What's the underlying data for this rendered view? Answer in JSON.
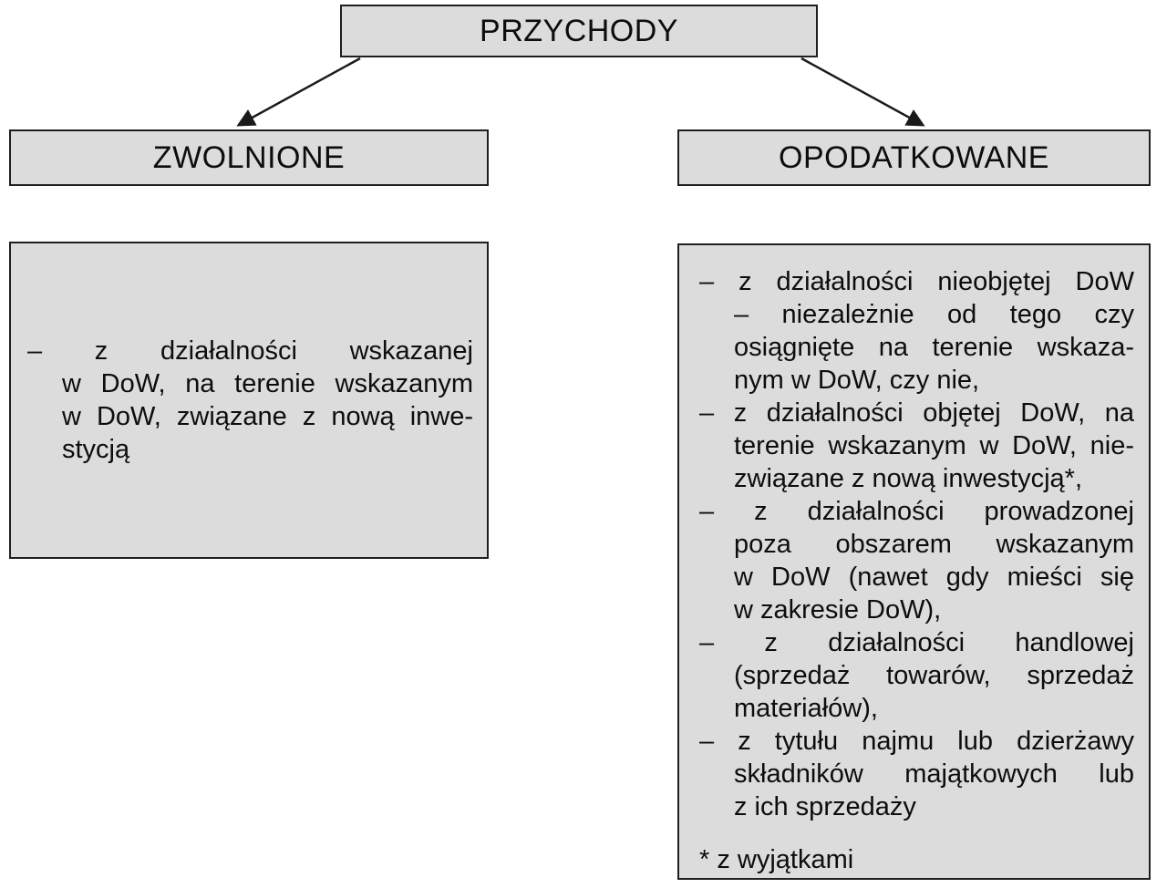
{
  "root": {
    "label": "PRZYCHODY"
  },
  "left": {
    "header": "ZWOLNIONE",
    "bullets": [
      {
        "lines": [
          "– z działalności wskazanej",
          "w DoW, na terenie wskazanym",
          "w DoW, związane z nową inwe-",
          "stycją"
        ]
      }
    ]
  },
  "right": {
    "header": "OPODATKOWANE",
    "bullets": [
      {
        "lines": [
          "– z działalności nieobjętej DoW",
          "– niezależnie od tego czy",
          "osiągnięte na terenie wskaza-",
          "nym w DoW, czy nie,"
        ]
      },
      {
        "lines": [
          "– z działalności objętej DoW, na",
          "terenie wskazanym w DoW, nie-",
          "związane z nową inwestycją*,"
        ]
      },
      {
        "lines": [
          "– z działalności prowadzonej",
          "poza obszarem wskazanym",
          "w DoW (nawet gdy mieści się",
          "w zakresie DoW),"
        ]
      },
      {
        "lines": [
          "– z działalności handlowej",
          "(sprzedaż towarów, sprzedaż",
          "materiałów),"
        ]
      },
      {
        "lines": [
          "– z tytułu najmu lub dzierżawy",
          "składników majątkowych lub",
          "z ich sprzedaży"
        ]
      }
    ],
    "footnote": "* z wyjątkami"
  },
  "colors": {
    "box_fill": "#dcdcdc",
    "box_border": "#1f1f1f",
    "text": "#0d0d0d",
    "arrow": "#1a1a1a",
    "background": "#ffffff"
  }
}
